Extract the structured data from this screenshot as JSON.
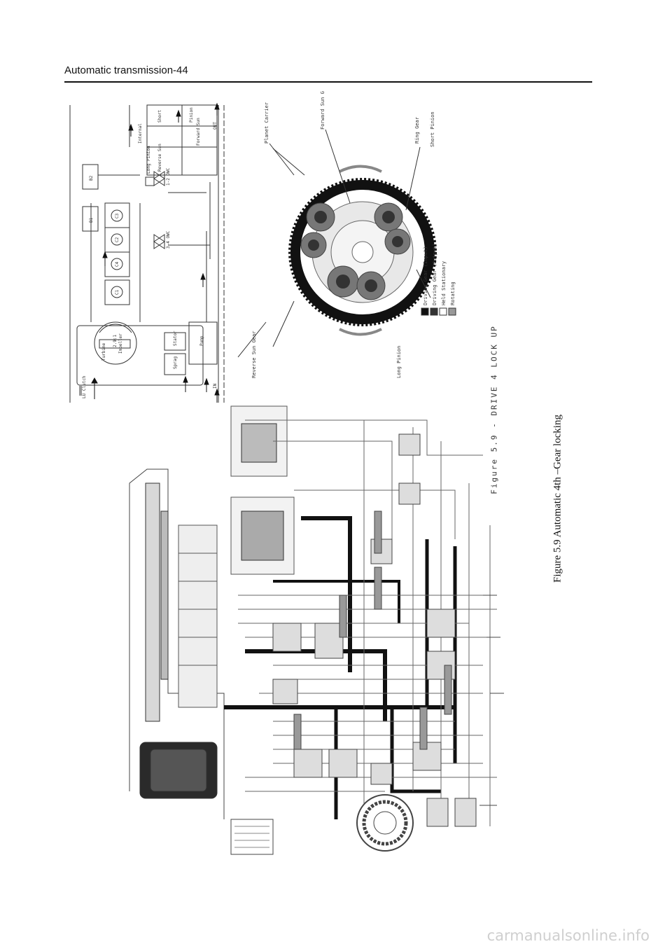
{
  "header": {
    "title": "Automatic transmission-44"
  },
  "figure": {
    "caption": "Figure 5.9   Automatic 4th –Gear locking",
    "diagram_title": "Figure 5.9 - DRIVE 4 LOCK UP"
  },
  "schematic": {
    "labels": {
      "lu_clutch": "LU Clutch",
      "turbine": "Turbine",
      "impeller": "Impeller",
      "ratio": "2.9:1",
      "stator": "Stator",
      "sprag": "Sprag",
      "pump": "Pump",
      "in": "IN",
      "out": "OUT",
      "c1": "C1",
      "c4": "C4",
      "c2": "C2",
      "c3": "C3",
      "b1": "B1",
      "b2": "B2",
      "owc_34": "3-4 OWC",
      "owc_12": "1-2 OWC",
      "internal": "Internal",
      "long_pinion": "Long Pinion",
      "short": "Short",
      "pinion": "Pinion",
      "reverse_sun": "Reverse Sun",
      "forward_sun": "Forward Sun"
    }
  },
  "gearset": {
    "labels": {
      "planet_carrier": "Planet Carrier",
      "forward_sun_gear": "Forward Sun Gear",
      "ring_gear": "Ring Gear",
      "short_pinion": "Short Pinion",
      "long_pinion": "Long Pinion",
      "reverse_sun_gear": "Reverse Sun Gear"
    },
    "legend": [
      {
        "label": "Driving Gear (Input)",
        "color": "#111111"
      },
      {
        "label": "Driving Gear (Output)",
        "color": "#333333"
      },
      {
        "label": "Held Stationary",
        "color": "#ffffff"
      },
      {
        "label": "Rotating",
        "color": "#999999"
      }
    ]
  },
  "watermark": "carmanualsonline.info"
}
